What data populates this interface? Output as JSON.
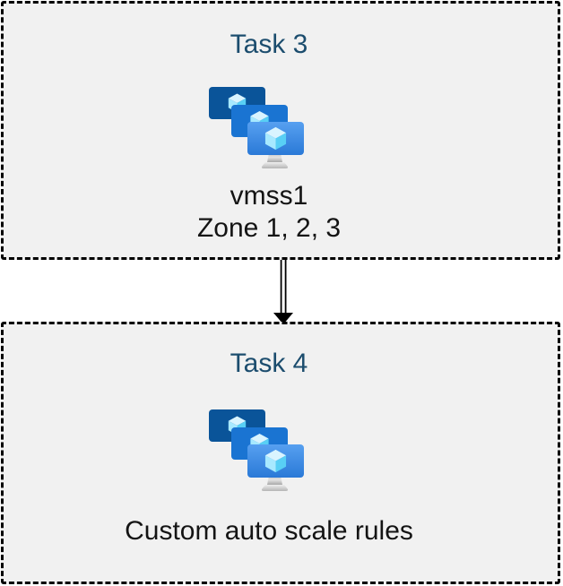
{
  "diagram": {
    "boxes": [
      {
        "title": "Task 3",
        "icon": "virtual-machine-scale-sets",
        "labels": [
          "vmss1",
          "Zone 1, 2, 3"
        ]
      },
      {
        "title": "Task 4",
        "icon": "virtual-machine-scale-sets",
        "labels": [
          "Custom auto scale rules"
        ]
      }
    ],
    "connector": {
      "type": "double-line-arrow",
      "direction": "down",
      "from": "Task 3",
      "to": "Task 4"
    }
  },
  "colors": {
    "page_background": "#ffffff",
    "box_fill": "#f1f1f1",
    "box_border": "#000000",
    "title_text": "#1c4d6e",
    "label_text": "#141414",
    "monitor_back": "#0a5499",
    "monitor_middle": "#1a74d2",
    "monitor_front_top": "#57a0f0",
    "monitor_front_bottom": "#2a79d7",
    "cube_top": "#d9f4ff",
    "cube_left": "#a7e9ff",
    "cube_right": "#58cff5",
    "stand_light": "#e6e6e6",
    "stand_dark": "#a8a8a8",
    "arrow_color": "#000000"
  }
}
